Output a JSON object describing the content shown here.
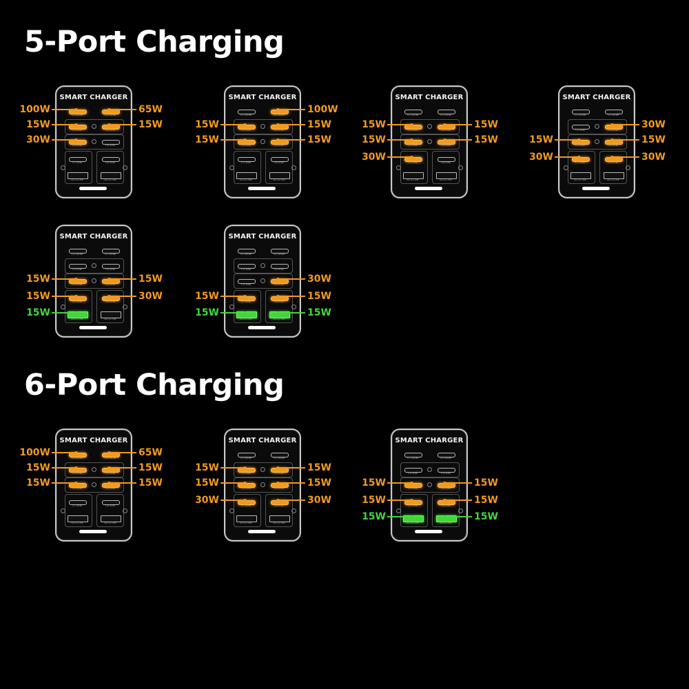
{
  "headings": {
    "five_port": "5-Port Charging",
    "six_port": "6-Port Charging"
  },
  "colors": {
    "background": "#000000",
    "orange": "#f29a1d",
    "green": "#43d63a",
    "text": "#ffffff"
  },
  "device": {
    "brand": "SMART CHARGER",
    "port_labels": {
      "C1": "C1-100W",
      "C2": "C2-100W",
      "C3": "C3-30W",
      "C4": "C4-30W",
      "C5": "C5-30W",
      "C6": "C6-30W",
      "C7": "C7-30W",
      "C8": "C8-30W",
      "A1": "A1-22.5W",
      "A2": "A2-22.5W"
    }
  },
  "diagrams": [
    {
      "section": "five_port",
      "active": {
        "C1": "100W",
        "C2": "65W",
        "C3": "15W",
        "C4": "15W",
        "C5": "30W"
      }
    },
    {
      "section": "five_port",
      "active": {
        "C2": "100W",
        "C3": "15W",
        "C4": "15W",
        "C5": "15W",
        "C6": "15W"
      }
    },
    {
      "section": "five_port",
      "active": {
        "C3": "15W",
        "C4": "15W",
        "C5": "15W",
        "C6": "15W",
        "C7": "30W"
      }
    },
    {
      "section": "five_port",
      "active": {
        "C4": "30W",
        "C5": "15W",
        "C6": "15W",
        "C7": "30W",
        "C8": "30W"
      }
    },
    {
      "section": "five_port",
      "active": {
        "C5": "15W",
        "C6": "15W",
        "C7": "15W",
        "C8": "30W",
        "A1": "15W"
      }
    },
    {
      "section": "five_port",
      "active": {
        "C6": "30W",
        "C7": "15W",
        "C8": "15W",
        "A1": "15W",
        "A2": "15W"
      }
    },
    {
      "section": "six_port",
      "active": {
        "C1": "100W",
        "C2": "65W",
        "C3": "15W",
        "C4": "15W",
        "C5": "15W",
        "C6": "15W"
      }
    },
    {
      "section": "six_port",
      "active": {
        "C3": "15W",
        "C4": "15W",
        "C5": "15W",
        "C6": "15W",
        "C7": "30W",
        "C8": "30W"
      }
    },
    {
      "section": "six_port",
      "active": {
        "C5": "15W",
        "C6": "15W",
        "C7": "15W",
        "C8": "15W",
        "A1": "15W",
        "A2": "15W"
      }
    }
  ]
}
